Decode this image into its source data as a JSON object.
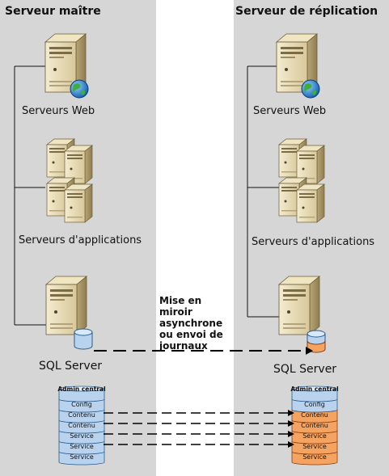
{
  "primary": {
    "title": "Serveur maître",
    "web_label": "Serveurs Web",
    "app_label": "Serveurs d'applications",
    "sql_label": "SQL Server",
    "db_stack": [
      "Admin central",
      "Config",
      "Contenu",
      "Contenu",
      "Service",
      "Service",
      "Service"
    ]
  },
  "replica": {
    "title": "Serveur de réplication",
    "web_label": "Serveurs Web",
    "app_label": "Serveurs d'applications",
    "sql_label": "SQL Server",
    "db_stack": [
      "Admin central",
      "Config",
      "Contenu",
      "Contenu",
      "Service",
      "Service",
      "Service"
    ]
  },
  "connection_note": "Mise en miroir asynchrone ou envoi de journaux",
  "colors": {
    "panel": "#d6d6d6",
    "primary_db": "#b9d3ee",
    "primary_db_border": "#2a5b8c",
    "replica_db_highlight": "#f4a460",
    "replica_db_border": "#8b3a0e"
  }
}
